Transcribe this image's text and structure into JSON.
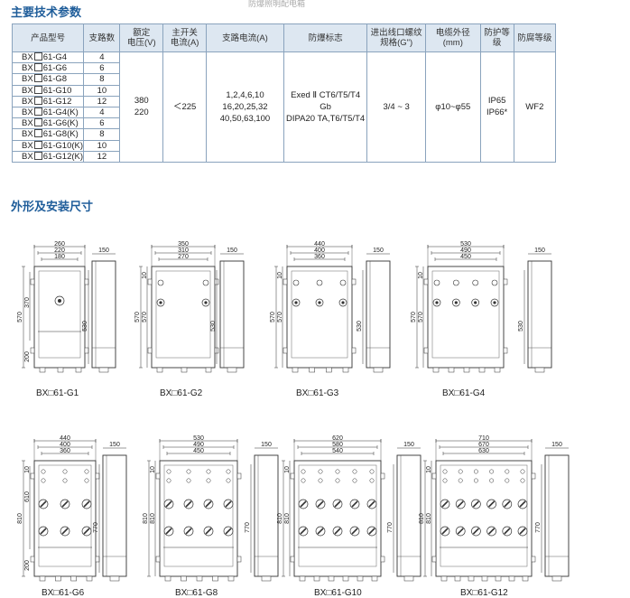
{
  "header_cut": "防爆照明配电箱",
  "section_spec_title": "主要技术参数",
  "section_dims_title": "外形及安装尺寸",
  "table": {
    "headers": [
      "产品型号",
      "支路数",
      "额定\n电压(V)",
      "主开关\n电流(A)",
      "支路电流(A)",
      "防爆标志",
      "进出线口螺纹\n规格(G\")",
      "电缆外径\n(mm)",
      "防护等级",
      "防腐等级"
    ],
    "rows": [
      {
        "prefix": "BX",
        "model": "61-G4",
        "branches": "4"
      },
      {
        "prefix": "BX",
        "model": "61-G6",
        "branches": "6"
      },
      {
        "prefix": "BX",
        "model": "61-G8",
        "branches": "8"
      },
      {
        "prefix": "BX",
        "model": "61-G10",
        "branches": "10"
      },
      {
        "prefix": "BX",
        "model": "61-G12",
        "branches": "12"
      },
      {
        "prefix": "BX",
        "model": "61-G4(K)",
        "branches": "4"
      },
      {
        "prefix": "BX",
        "model": "61-G6(K)",
        "branches": "6"
      },
      {
        "prefix": "BX",
        "model": "61-G8(K)",
        "branches": "8"
      },
      {
        "prefix": "BX",
        "model": "61-G10(K)",
        "branches": "10"
      },
      {
        "prefix": "BX",
        "model": "61-G12(K)",
        "branches": "12"
      }
    ],
    "voltage": "380\n220",
    "main_switch": "＜225",
    "branch_current": "1,2,4,6,10\n16,20,25,32\n40,50,63,100",
    "ex_mark": "Exed Ⅱ CT6/T5/T4 Gb\nDIPA20 TA,T6/T5/T4",
    "thread": "3/4 ~ 3",
    "cable_od": "φ10~φ55",
    "protection": "IP65\nIP66*",
    "anticorrosion": "WF2"
  },
  "drawings": [
    {
      "label": "BX□61-G1",
      "widths": [
        "260",
        "220",
        "180"
      ],
      "depth": "150",
      "heights": [
        "570",
        "370",
        "200"
      ],
      "inner": "530",
      "top": "",
      "rows": 1,
      "cols": 1,
      "big": false
    },
    {
      "label": "BX□61-G2",
      "widths": [
        "350",
        "310",
        "270"
      ],
      "depth": "150",
      "heights": [
        "570",
        "570"
      ],
      "inner": "530",
      "top": "10",
      "rows": 1,
      "cols": 2,
      "big": false
    },
    {
      "label": "BX□61-G3",
      "widths": [
        "440",
        "400",
        "360"
      ],
      "depth": "150",
      "heights": [
        "570",
        "570"
      ],
      "inner": "530",
      "top": "10",
      "rows": 1,
      "cols": 3,
      "big": false
    },
    {
      "label": "BX□61-G4",
      "widths": [
        "530",
        "490",
        "450"
      ],
      "depth": "150",
      "heights": [
        "570",
        "570"
      ],
      "inner": "530",
      "top": "10",
      "rows": 1,
      "cols": 4,
      "big": false
    },
    {
      "label": "BX□61-G6",
      "widths": [
        "440",
        "400",
        "360"
      ],
      "depth": "150",
      "heights": [
        "810",
        "610",
        "200"
      ],
      "inner": "770",
      "top": "10",
      "rows": 2,
      "cols": 3,
      "big": true
    },
    {
      "label": "BX□61-G8",
      "widths": [
        "530",
        "490",
        "450"
      ],
      "depth": "150",
      "heights": [
        "810",
        "810"
      ],
      "inner": "770",
      "top": "10",
      "rows": 2,
      "cols": 4,
      "big": true
    },
    {
      "label": "BX□61-G10",
      "widths": [
        "620",
        "580",
        "540"
      ],
      "depth": "150",
      "heights": [
        "810",
        "810"
      ],
      "inner": "770",
      "top": "10",
      "rows": 2,
      "cols": 5,
      "big": true
    },
    {
      "label": "BX□61-G12",
      "widths": [
        "710",
        "670",
        "630"
      ],
      "depth": "150",
      "heights": [
        "810",
        "810"
      ],
      "inner": "770",
      "top": "10",
      "rows": 2,
      "cols": 6,
      "big": true
    }
  ]
}
